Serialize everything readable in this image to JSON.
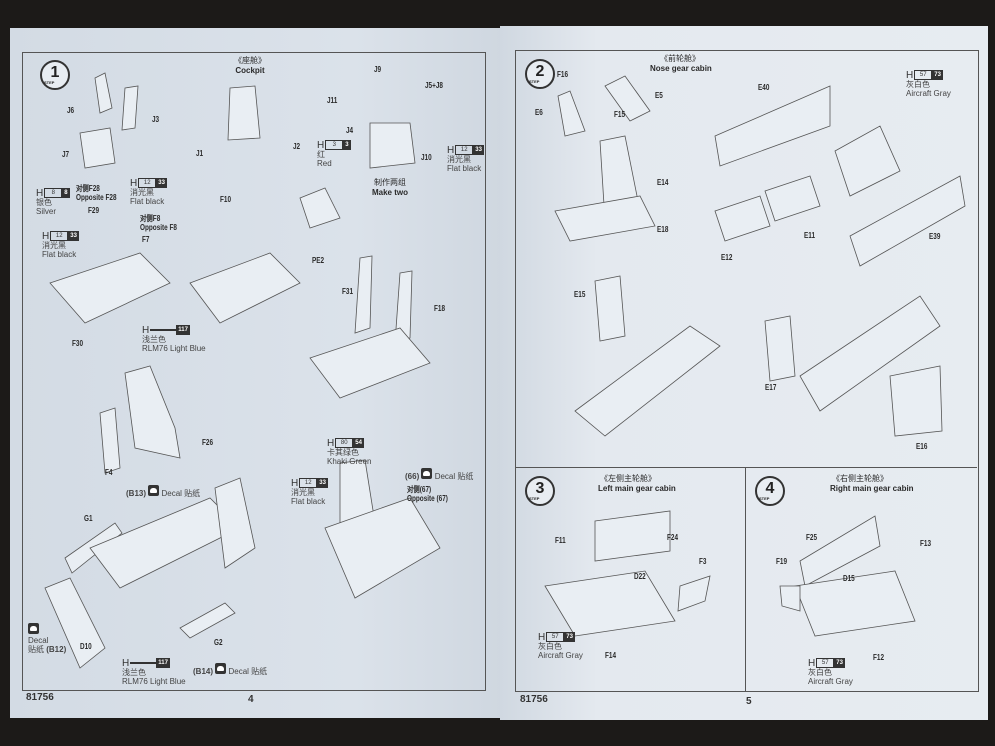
{
  "left_page": {
    "step": "1",
    "step_word": "STEP",
    "title_cn": "《座舱》",
    "title_en": "Cockpit",
    "parts": [
      "J6",
      "J3",
      "J7",
      "J1",
      "J2",
      "J9",
      "J5+J8",
      "J11",
      "J4",
      "J10",
      "F29",
      "F7",
      "F30",
      "F10",
      "PE2",
      "F31",
      "F18",
      "F26",
      "F4",
      "G1",
      "G2",
      "D10"
    ],
    "make_two_cn": "制作两组",
    "make_two_en": "Make two",
    "opposite_f28_cn": "对侧F28",
    "opposite_f28_en": "Opposite F28",
    "opposite_f8_cn": "对侧F8",
    "opposite_f8_en": "Opposite F8",
    "opposite_67_cn": "对侧(67)",
    "opposite_67_en": "Opposite (67)",
    "paints": [
      {
        "h": "H",
        "a": "3",
        "b": "3",
        "cn": "红",
        "en": "Red"
      },
      {
        "h": "H",
        "a": "12",
        "b": "33",
        "cn": "消光黑",
        "en": "Flat black"
      },
      {
        "h": "H",
        "a": "8",
        "b": "8",
        "cn": "银色",
        "en": "Silver"
      },
      {
        "h": "H",
        "a": "12",
        "b": "33",
        "cn": "消光黑",
        "en": "Flat black"
      },
      {
        "h": "H",
        "a": "12",
        "b": "33",
        "cn": "消光黑",
        "en": "Flat black"
      },
      {
        "h": "H",
        "a": "",
        "b": "117",
        "cn": "浅兰色",
        "en": "RLM76 Light Blue"
      },
      {
        "h": "H",
        "a": "80",
        "b": "54",
        "cn": "卡其绿色",
        "en": "Khaki Green"
      },
      {
        "h": "H",
        "a": "12",
        "b": "33",
        "cn": "消光黑",
        "en": "Flat black"
      },
      {
        "h": "H",
        "a": "",
        "b": "117",
        "cn": "浅兰色",
        "en": "RLM76 Light Blue"
      }
    ],
    "decals": [
      {
        "ref": "(B13)",
        "en": "Decal",
        "cn": "贴纸"
      },
      {
        "ref": "(66)",
        "en": "Decal",
        "cn": "贴纸"
      },
      {
        "ref": "(B12)",
        "en": "Decal",
        "cn": "贴纸"
      },
      {
        "ref": "(B14)",
        "en": "Decal",
        "cn": "贴纸"
      }
    ],
    "kit_number": "81756",
    "page_number": "4"
  },
  "right_page": {
    "step2": {
      "step": "2",
      "title_cn": "《前轮舱》",
      "title_en": "Nose gear cabin",
      "parts": [
        "F16",
        "E5",
        "E6",
        "F15",
        "E14",
        "E18",
        "E40",
        "E11",
        "E12",
        "E39",
        "E15",
        "E17",
        "E16"
      ],
      "paint": {
        "h": "H",
        "a": "57",
        "b": "73",
        "cn": "灰白色",
        "en": "Aircraft Gray"
      }
    },
    "step3": {
      "step": "3",
      "title_cn": "《左侧主轮舱》",
      "title_en": "Left main gear cabin",
      "parts": [
        "F11",
        "F24",
        "F3",
        "D22",
        "F14"
      ],
      "paint": {
        "h": "H",
        "a": "57",
        "b": "73",
        "cn": "灰白色",
        "en": "Aircraft Gray"
      }
    },
    "step4": {
      "step": "4",
      "title_cn": "《右侧主轮舱》",
      "title_en": "Right main gear cabin",
      "parts": [
        "F25",
        "F13",
        "F19",
        "D15",
        "F12"
      ],
      "paint": {
        "h": "H",
        "a": "57",
        "b": "73",
        "cn": "灰白色",
        "en": "Aircraft Gray"
      }
    },
    "step_word": "STEP",
    "kit_number": "81756",
    "page_number": "5"
  }
}
